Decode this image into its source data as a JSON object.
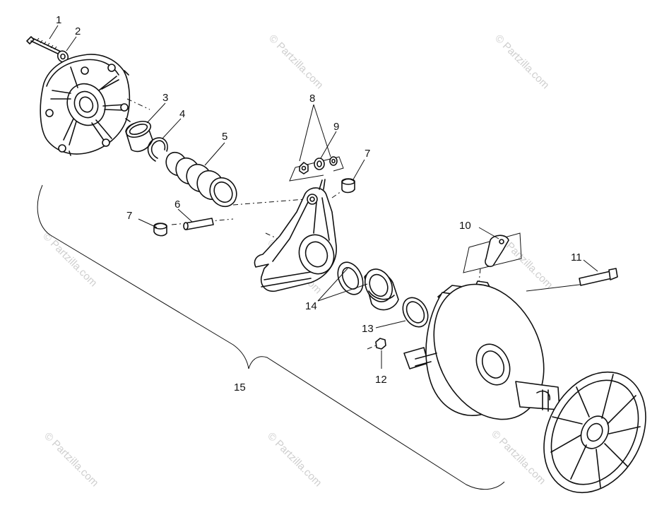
{
  "watermark": {
    "text": "© Partzilla.com",
    "color": "#cfcfcf"
  },
  "callouts": {
    "c1": "1",
    "c2": "2",
    "c3": "3",
    "c4": "4",
    "c5": "5",
    "c6": "6",
    "c7a": "7",
    "c7b": "7",
    "c8": "8",
    "c9": "9",
    "c10": "10",
    "c11": "11",
    "c12": "12",
    "c13": "13",
    "c14": "14",
    "c15": "15"
  },
  "icons": {
    "part1": "bolt-icon",
    "part2": "washer-icon",
    "part3": "bushing-icon",
    "part4": "snap-ring-icon",
    "part5": "spring-icon",
    "part6": "pin-icon",
    "part7": "roller-icon",
    "part8": "nut-washer-icon",
    "part10": "weight-icon",
    "part11": "bolt-icon",
    "part12": "nut-icon",
    "part13": "bushing-icon",
    "part14": "seal-icon",
    "assembly": "drive-clutch-icon"
  }
}
